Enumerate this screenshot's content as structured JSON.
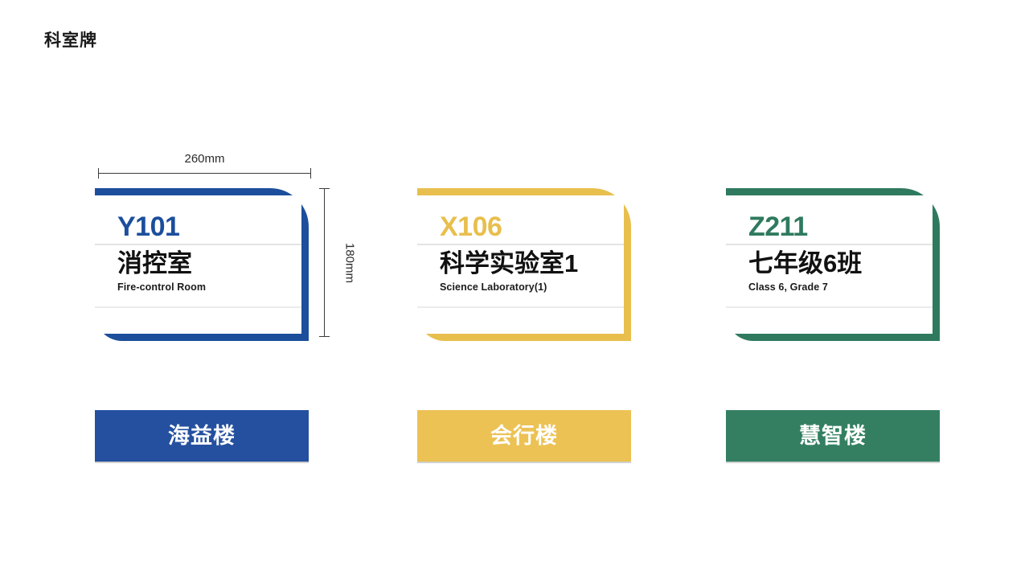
{
  "page": {
    "title": "科室牌",
    "background": "#ffffff"
  },
  "dimensions": {
    "width_label": "260mm",
    "height_label": "180mm"
  },
  "signs": [
    {
      "code": "Y101",
      "name_cn": "消控室",
      "name_en": "Fire-control Room",
      "accent": "#1c4e9c"
    },
    {
      "code": "X106",
      "name_cn": "科学实验室1",
      "name_en": "Science Laboratory(1)",
      "accent": "#e8bf4d"
    },
    {
      "code": "Z211",
      "name_cn": "七年级6班",
      "name_en": "Class 6, Grade 7",
      "accent": "#2f7a5f"
    }
  ],
  "plates": [
    {
      "label": "海益楼",
      "accent": "#24509f"
    },
    {
      "label": "会行楼",
      "accent": "#ecc254"
    },
    {
      "label": "慧智楼",
      "accent": "#347f62"
    }
  ]
}
